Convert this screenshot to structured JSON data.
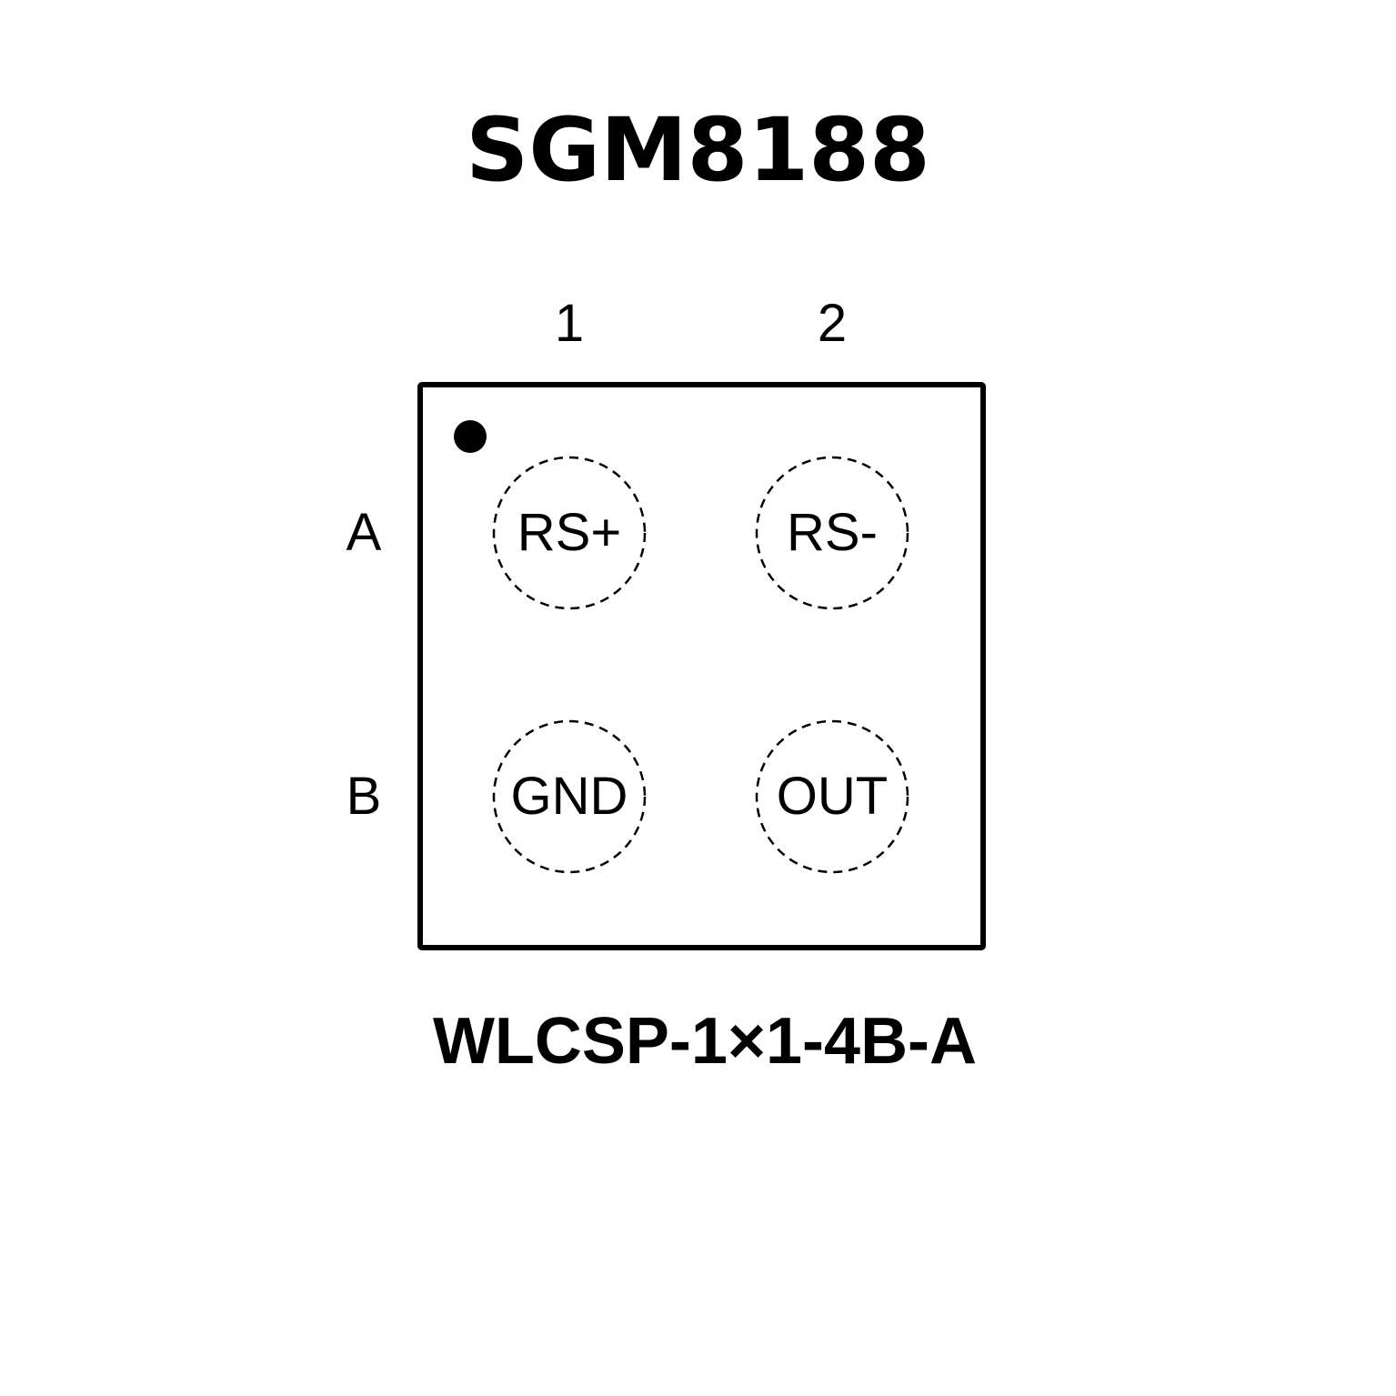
{
  "title": "SGM8188",
  "package": "WLCSP-1×1-4B-A",
  "columns": [
    "1",
    "2"
  ],
  "rows": [
    "A",
    "B"
  ],
  "pins": [
    {
      "ball": "A1",
      "name": "RS+"
    },
    {
      "ball": "A2",
      "name": "RS-"
    },
    {
      "ball": "B1",
      "name": "GND"
    },
    {
      "ball": "B2",
      "name": "OUT"
    }
  ]
}
